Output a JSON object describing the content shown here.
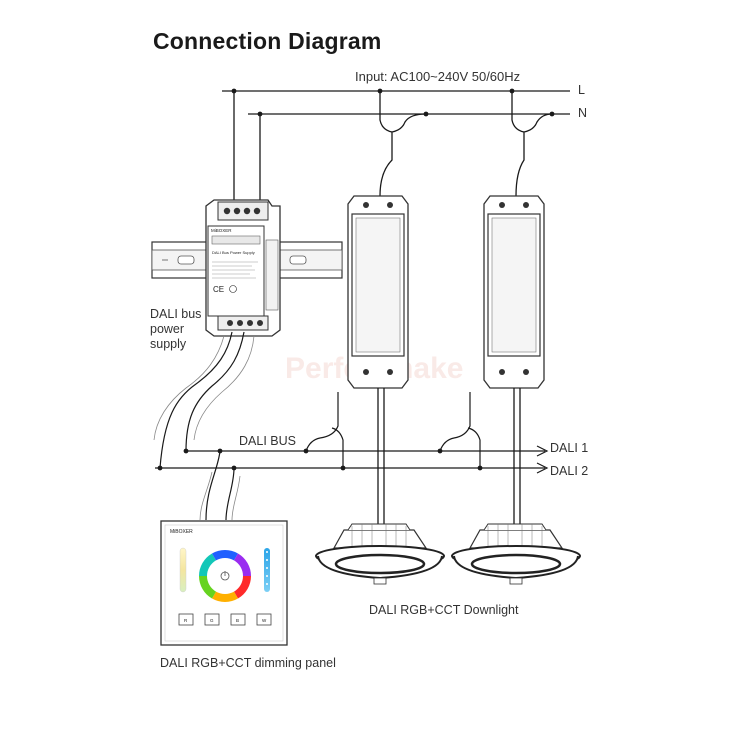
{
  "title": "Connection Diagram",
  "input_label": "Input: AC100~240V  50/60Hz",
  "lines": {
    "live": "L",
    "neutral": "N",
    "dali1": "DALI 1",
    "dali2": "DALI 2",
    "dali_bus": "DALI BUS"
  },
  "labels": {
    "power_supply": "DALI bus\npower\nsupply",
    "downlight": "DALI RGB+CCT Downlight",
    "panel": "DALI RGB+CCT dimming panel"
  },
  "power_supply_device": {
    "brand": "MiBOXER",
    "model": "DALI Bus Power Supply"
  },
  "panel_device": {
    "brand": "MiBOXER",
    "buttons": [
      "R",
      "G",
      "B",
      "W"
    ]
  },
  "watermark": "Perfectmake",
  "colors": {
    "wire": "#1a1a1a",
    "device_outline": "#333333"
  }
}
